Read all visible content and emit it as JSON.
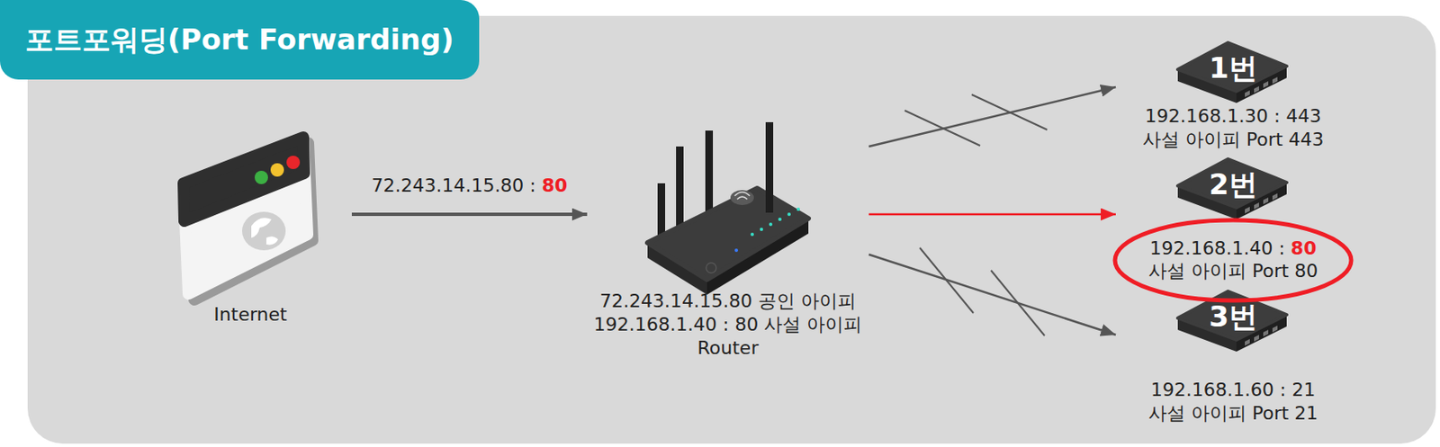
{
  "diagram": {
    "title": "포트포워딩(Port Forwarding)",
    "nodes": [
      {
        "text": [
          "Internet"
        ]
      },
      {
        "text": [
          "72.243.14.15.80 공인 아이피",
          "192.168.1.40 : 80 사설 아이피",
          "Router"
        ]
      },
      {
        "text": [
          "1번",
          "192.168.1.30 : 443",
          "사설 아이피 Port 443"
        ]
      },
      {
        "text": [
          "2번",
          "192.168.1.40 : 80",
          "사설 아이피 Port 80"
        ]
      },
      {
        "text": [
          "3번",
          "192.168.1.60 : 21",
          "사설 아이피 Port 21"
        ]
      }
    ],
    "edges": [
      {
        "from": 0,
        "to": 1,
        "arrow": "to",
        "label": "72.243.14.15.80 : 80"
      },
      {
        "from": 1,
        "to": 2,
        "arrow": "to"
      },
      {
        "from": 1,
        "to": 3,
        "arrow": "to"
      },
      {
        "from": 1,
        "to": 4,
        "arrow": "to"
      }
    ]
  }
}
